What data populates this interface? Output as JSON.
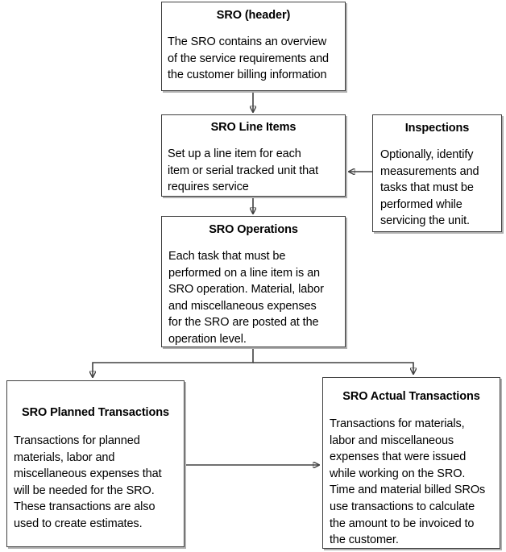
{
  "diagram": {
    "type": "flowchart",
    "title": "SRO structure flow",
    "nodes": [
      {
        "id": "sro-header",
        "title": "SRO (header)",
        "body": "The SRO contains an overview\nof the service requirements and\nthe customer billing information"
      },
      {
        "id": "sro-line-items",
        "title": "SRO Line Items",
        "body": "Set up a line item for each\nitem or serial tracked unit that\nrequires service"
      },
      {
        "id": "inspections",
        "title": "Inspections",
        "body": "Optionally, identify\nmeasurements and\ntasks that must be\nperformed while\nservicing the unit."
      },
      {
        "id": "sro-operations",
        "title": "SRO Operations",
        "body": "Each task that must be\nperformed on a line item is an\nSRO operation. Material, labor\nand miscellaneous expenses\nfor the SRO are posted at the\noperation level."
      },
      {
        "id": "planned-tx",
        "title": "SRO Planned Transactions",
        "body": "Transactions for planned\nmaterials, labor and\nmiscellaneous expenses  that\nwill be needed for the SRO.\nThese transactions are also\nused to create estimates."
      },
      {
        "id": "actual-tx",
        "title": "SRO Actual Transactions",
        "body": "Transactions for materials,\nlabor and miscellaneous\nexpenses  that were issued\nwhile working on the SRO.\nTime and material billed SROs\nuse transactions to calculate\nthe amount to be invoiced to\nthe customer."
      }
    ],
    "edges": [
      {
        "id": "header-to-line-items",
        "from": "sro-header",
        "to": "sro-line-items",
        "direction": "down"
      },
      {
        "id": "inspections-to-line-items",
        "from": "inspections",
        "to": "sro-line-items",
        "direction": "left"
      },
      {
        "id": "line-items-to-operations",
        "from": "sro-line-items",
        "to": "sro-operations",
        "direction": "down"
      },
      {
        "id": "operations-to-planned",
        "from": "sro-operations",
        "to": "planned-tx",
        "direction": "down-left"
      },
      {
        "id": "operations-to-actual",
        "from": "sro-operations",
        "to": "actual-tx",
        "direction": "down-right"
      },
      {
        "id": "planned-to-actual",
        "from": "planned-tx",
        "to": "actual-tx",
        "direction": "right"
      }
    ],
    "colors": {
      "box_border": "#404040",
      "box_fill": "#ffffff",
      "shadow": "#b0b0b0",
      "connector": "#404040",
      "text": "#000000"
    }
  }
}
